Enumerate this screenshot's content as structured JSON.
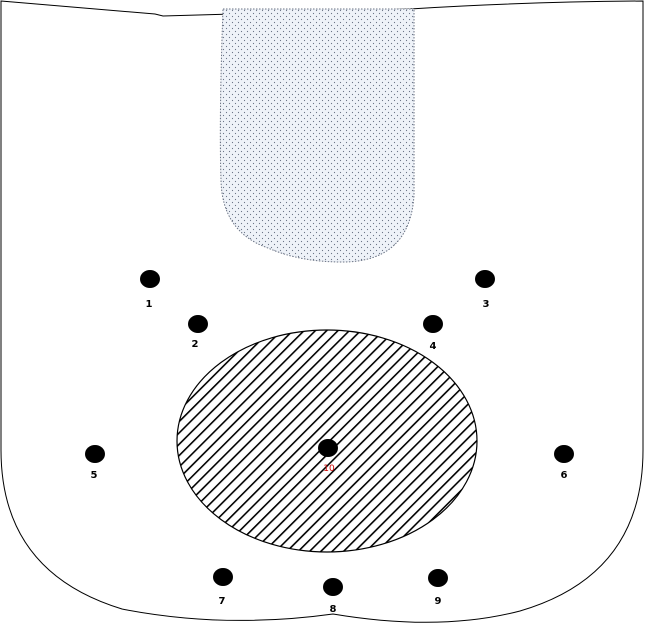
{
  "diagram": {
    "points": [
      {
        "id": "p1",
        "label": "1"
      },
      {
        "id": "p2",
        "label": "2"
      },
      {
        "id": "p3",
        "label": "3"
      },
      {
        "id": "p4",
        "label": "4"
      },
      {
        "id": "p5",
        "label": "5"
      },
      {
        "id": "p6",
        "label": "6"
      },
      {
        "id": "p7",
        "label": "7"
      },
      {
        "id": "p8",
        "label": "8"
      },
      {
        "id": "p9",
        "label": "9"
      }
    ],
    "center": {
      "label": "10"
    },
    "colors": {
      "outline": "#000000",
      "point_fill": "#000000",
      "center_label": "#cc0000",
      "shaded_region_fill": "#eef2f8",
      "shaded_region_dots": "#6a7385",
      "hatch": "#000000"
    }
  }
}
